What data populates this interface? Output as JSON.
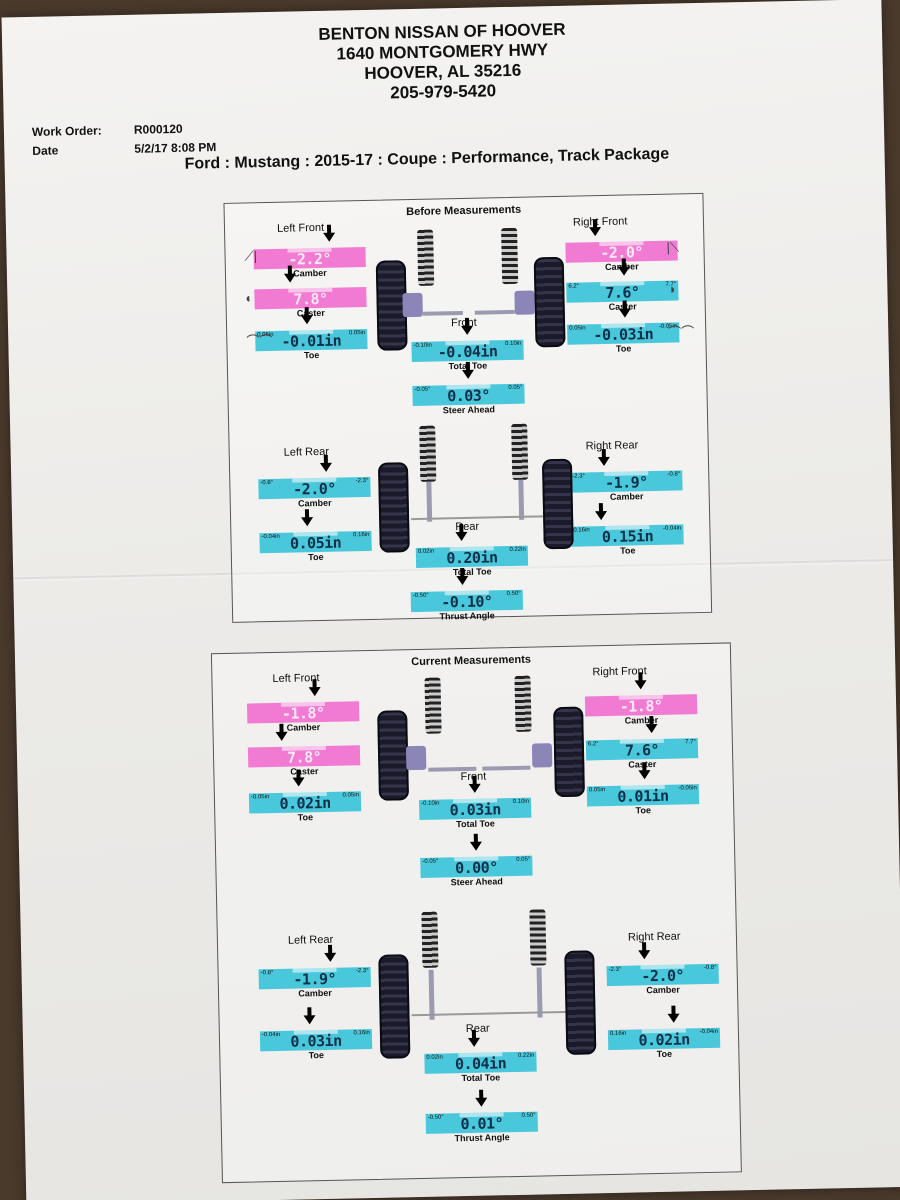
{
  "dealer": {
    "name": "BENTON NISSAN OF HOOVER",
    "address": "1640 MONTGOMERY HWY",
    "city": "HOOVER, AL  35216",
    "phone": "205-979-5420"
  },
  "work_order": {
    "label": "Work Order:",
    "value": "R000120"
  },
  "date": {
    "label": "Date",
    "value": "5/2/17 8:08 PM"
  },
  "vehicle": "Ford : Mustang : 2015-17 : Coupe : Performance, Track Package",
  "before": {
    "title": "Before Measurements",
    "left_front": "Left Front",
    "right_front": "Right Front",
    "left_rear": "Left Rear",
    "right_rear": "Right Rear",
    "front": "Front",
    "rear": "Rear",
    "lf_camber": {
      "value": "-2.2°",
      "label": "Camber",
      "lo": "",
      "hi": ""
    },
    "lf_caster": {
      "value": "7.8°",
      "label": "Caster",
      "lo": "",
      "hi": ""
    },
    "lf_toe": {
      "value": "-0.01in",
      "label": "Toe",
      "lo": "0.05in",
      "hi": "0.05in"
    },
    "rf_camber": {
      "value": "-2.0°",
      "label": "Camber",
      "lo": "",
      "hi": ""
    },
    "rf_caster": {
      "value": "7.6°",
      "label": "Caster",
      "lo": "6.2°",
      "hi": "7.7°"
    },
    "rf_toe": {
      "value": "-0.03in",
      "label": "Toe",
      "lo": "0.05in",
      "hi": "-0.05in"
    },
    "total_toe": {
      "value": "-0.04in",
      "label": "Total Toe",
      "lo": "-0.10in",
      "hi": "0.10in"
    },
    "steer_ahead": {
      "value": "0.03°",
      "label": "Steer Ahead",
      "lo": "-0.05°",
      "hi": "0.05°"
    },
    "lr_camber": {
      "value": "-2.0°",
      "label": "Camber",
      "lo": "-0.8°",
      "hi": "-2.3°"
    },
    "lr_toe": {
      "value": "0.05in",
      "label": "Toe",
      "lo": "-0.04in",
      "hi": "0.16in"
    },
    "rr_camber": {
      "value": "-1.9°",
      "label": "Camber",
      "lo": "-2.3°",
      "hi": "-0.8°"
    },
    "rr_toe": {
      "value": "0.15in",
      "label": "Toe",
      "lo": "0.16in",
      "hi": "-0.04in"
    },
    "rear_total_toe": {
      "value": "0.20in",
      "label": "Total Toe",
      "lo": "0.02in",
      "hi": "0.22in"
    },
    "thrust_angle": {
      "value": "-0.10°",
      "label": "Thrust Angle",
      "lo": "-0.50°",
      "hi": "0.50°"
    }
  },
  "current": {
    "title": "Current Measurements",
    "left_front": "Left Front",
    "right_front": "Right Front",
    "left_rear": "Left Rear",
    "right_rear": "Right Rear",
    "front": "Front",
    "rear": "Rear",
    "lf_camber": {
      "value": "-1.8°",
      "label": "Camber",
      "lo": "",
      "hi": ""
    },
    "lf_caster": {
      "value": "7.8°",
      "label": "Caster",
      "lo": "",
      "hi": ""
    },
    "lf_toe": {
      "value": "0.02in",
      "label": "Toe",
      "lo": "-0.05in",
      "hi": "0.05in"
    },
    "rf_camber": {
      "value": "-1.8°",
      "label": "Camber",
      "lo": "",
      "hi": ""
    },
    "rf_caster": {
      "value": "7.6°",
      "label": "Caster",
      "lo": "6.2°",
      "hi": "7.7°"
    },
    "rf_toe": {
      "value": "0.01in",
      "label": "Toe",
      "lo": "0.05in",
      "hi": "-0.05in"
    },
    "total_toe": {
      "value": "0.03in",
      "label": "Total Toe",
      "lo": "-0.10in",
      "hi": "0.10in"
    },
    "steer_ahead": {
      "value": "0.00°",
      "label": "Steer Ahead",
      "lo": "-0.05°",
      "hi": "0.05°"
    },
    "lr_camber": {
      "value": "-1.9°",
      "label": "Camber",
      "lo": "-0.8°",
      "hi": "-2.3°"
    },
    "lr_toe": {
      "value": "0.03in",
      "label": "Toe",
      "lo": "-0.04in",
      "hi": "0.16in"
    },
    "rr_camber": {
      "value": "-2.0°",
      "label": "Camber",
      "lo": "-2.3°",
      "hi": "-0.8°"
    },
    "rr_toe": {
      "value": "0.02in",
      "label": "Toe",
      "lo": "0.16in",
      "hi": "-0.04in"
    },
    "rear_total_toe": {
      "value": "0.04in",
      "label": "Total Toe",
      "lo": "0.02in",
      "hi": "0.22in"
    },
    "thrust_angle": {
      "value": "0.01°",
      "label": "Thrust Angle",
      "lo": "-0.50°",
      "hi": "0.50°"
    }
  },
  "colors": {
    "in_spec": "#49c8db",
    "out_of_spec": "#f17bd2"
  }
}
